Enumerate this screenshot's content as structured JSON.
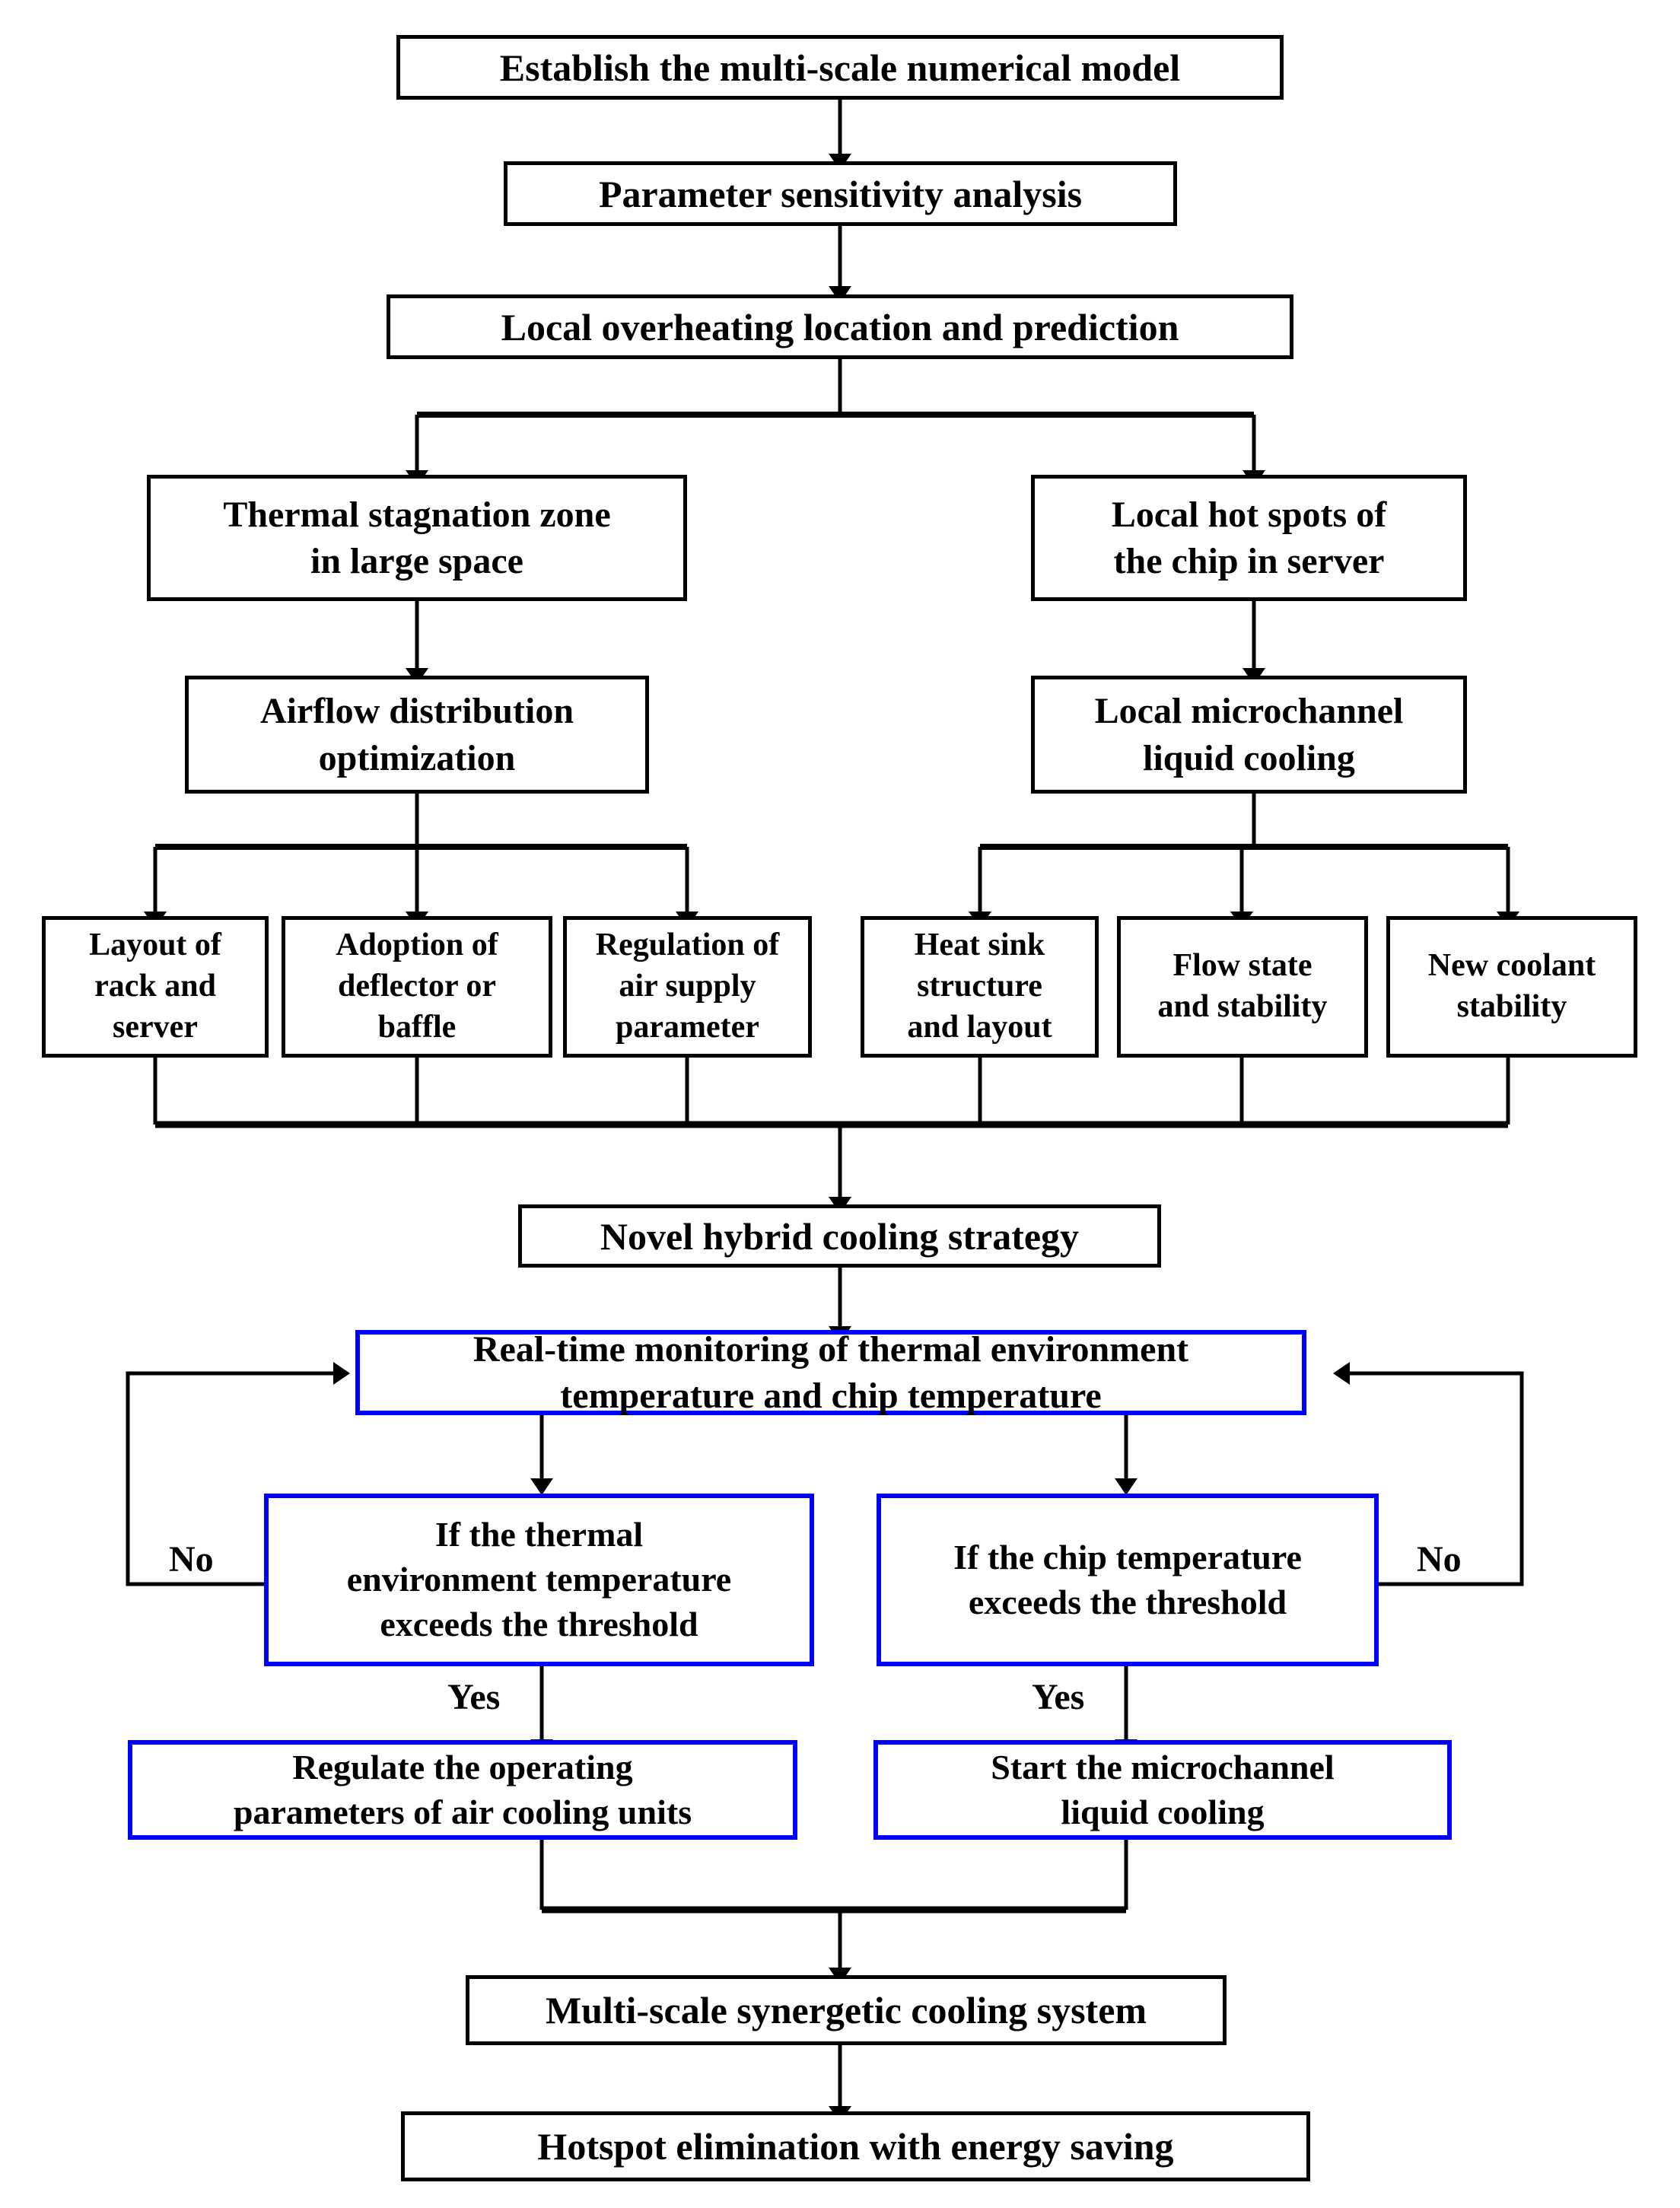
{
  "diagram": {
    "title": "Multi-scale synergetic cooling strategy flowchart",
    "colors": {
      "outline_black": "#000000",
      "outline_blue": "#0000FF",
      "background": "#FFFFFF",
      "text": "#000000"
    },
    "nodes": {
      "establish_model": "Establish the multi-scale numerical model",
      "parameter_sensitivity": "Parameter sensitivity analysis",
      "local_overheating": "Local overheating location and prediction",
      "thermal_stagnation_l1": "Thermal stagnation zone",
      "thermal_stagnation_l2": "in large space",
      "local_hot_spots_l1": "Local hot spots of",
      "local_hot_spots_l2": "the chip in server",
      "airflow_opt_l1": "Airflow distribution",
      "airflow_opt_l2": "optimization",
      "microchannel_l1": "Local microchannel",
      "microchannel_l2": "liquid cooling",
      "layout_rack_l1": "Layout of",
      "layout_rack_l2": "rack and",
      "layout_rack_l3": "server",
      "deflector_l1": "Adoption of",
      "deflector_l2": "deflector or",
      "deflector_l3": "baffle",
      "air_supply_l1": "Regulation of",
      "air_supply_l2": "air supply",
      "air_supply_l3": "parameter",
      "heat_sink_l1": "Heat sink",
      "heat_sink_l2": "structure",
      "heat_sink_l3": "and layout",
      "flow_state_l1": "Flow state",
      "flow_state_l2": "and stability",
      "new_coolant_l1": "New coolant",
      "new_coolant_l2": "stability",
      "hybrid_strategy": "Novel hybrid cooling strategy",
      "monitoring_l1": "Real-time monitoring of thermal environment",
      "monitoring_l2": "temperature and chip temperature",
      "decision_env_l1": "If the thermal",
      "decision_env_l2": "environment temperature",
      "decision_env_l3": "exceeds the threshold",
      "decision_chip_l1": "If the chip temperature",
      "decision_chip_l2": "exceeds the threshold",
      "regulate_air_l1": "Regulate the operating",
      "regulate_air_l2": "parameters of air cooling units",
      "start_liquid_l1": "Start the microchannel",
      "start_liquid_l2": "liquid cooling",
      "synergetic_system": "Multi-scale synergetic cooling system",
      "hotspot_elimination": "Hotspot elimination with energy saving"
    },
    "edge_labels": {
      "no_left": "No",
      "no_right": "No",
      "yes_left": "Yes",
      "yes_right": "Yes"
    }
  }
}
